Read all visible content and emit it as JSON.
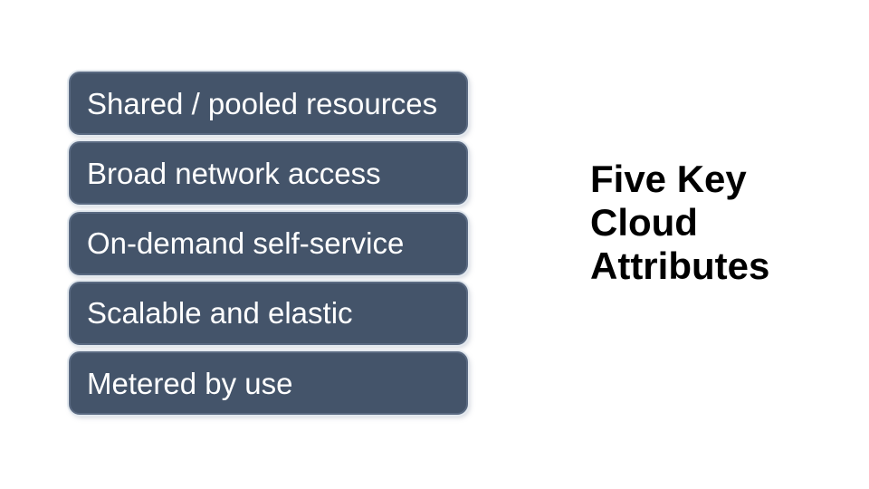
{
  "theme": {
    "background": "#FFFFFF",
    "box_fill": "#44546A",
    "box_border": "#5A6A82",
    "box_halo": "#E3E9EF",
    "box_text": "#FFFFFF",
    "title_color": "#000000"
  },
  "slide": {
    "title": {
      "text": "Five Key Cloud Attributes",
      "lines": [
        "Five Key",
        "Cloud",
        "Attributes"
      ]
    },
    "attributes": {
      "items": [
        {
          "label": "Shared / pooled resources"
        },
        {
          "label": "Broad network access"
        },
        {
          "label": "On-demand self-service"
        },
        {
          "label": "Scalable and elastic"
        },
        {
          "label": "Metered by use"
        }
      ]
    }
  }
}
